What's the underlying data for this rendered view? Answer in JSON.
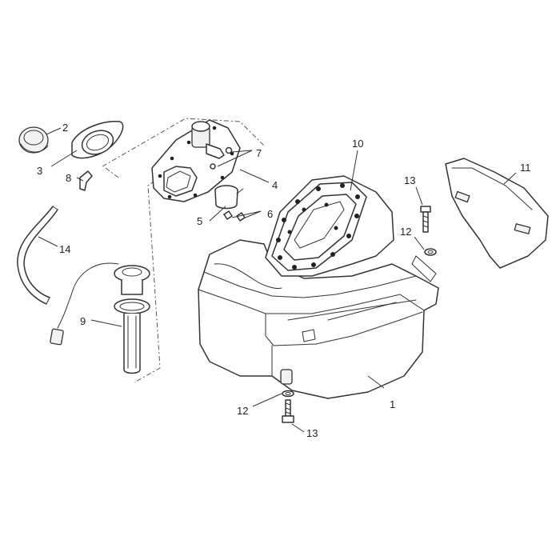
{
  "callouts": {
    "c1": "1",
    "c2": "2",
    "c3": "3",
    "c4": "4",
    "c5": "5",
    "c6": "6",
    "c7": "7",
    "c8": "8",
    "c9": "9",
    "c10": "10",
    "c11": "11",
    "c12a": "12",
    "c12b": "12",
    "c13a": "13",
    "c13b": "13",
    "c14": "14"
  },
  "colors": {
    "line": "#333333",
    "background": "#ffffff"
  }
}
